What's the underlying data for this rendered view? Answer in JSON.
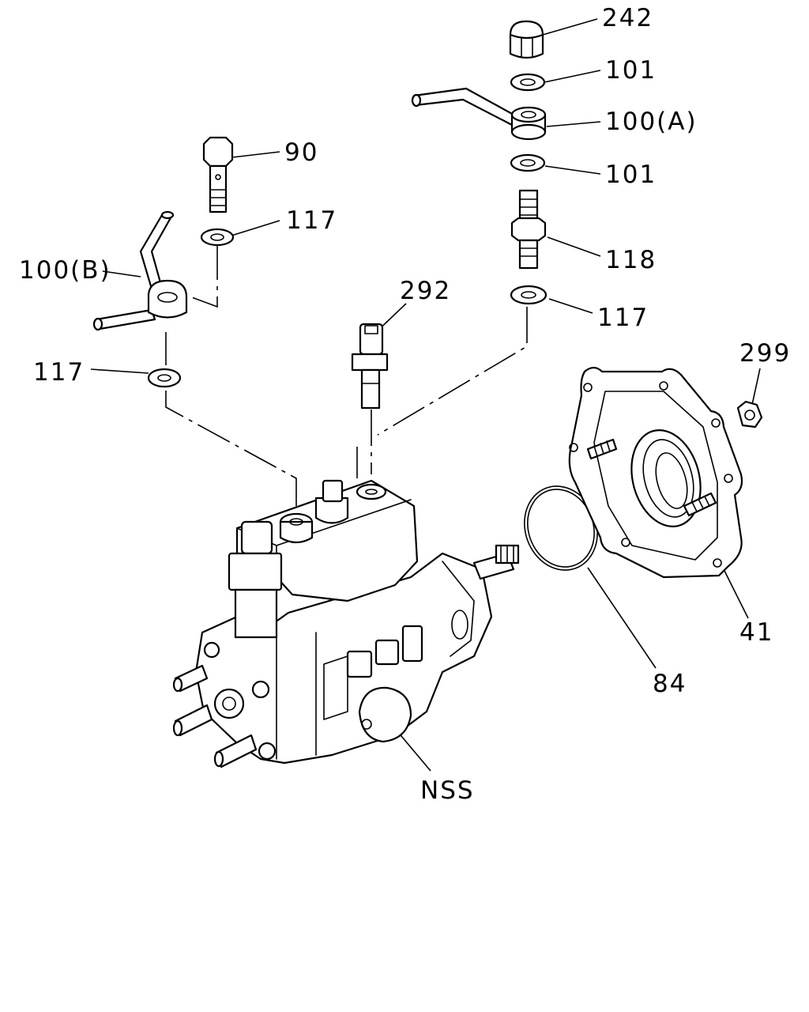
{
  "diagram": {
    "callouts": {
      "c242": "242",
      "c101a": "101",
      "c100a": "100(A)",
      "c101b": "101",
      "c90": "90",
      "c117a": "117",
      "c118": "118",
      "c100b": "100(B)",
      "c292": "292",
      "c117b": "117",
      "c117c": "117",
      "c299": "299",
      "c41": "41",
      "c84": "84",
      "cnss": "NSS"
    }
  }
}
